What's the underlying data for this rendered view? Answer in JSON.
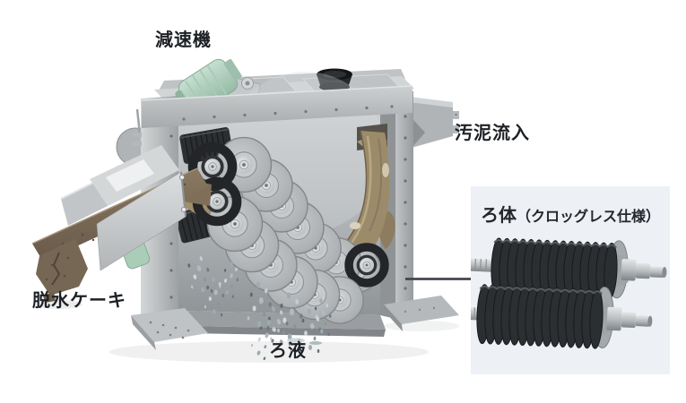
{
  "figure": {
    "type": "technical-illustration",
    "subject": "multi-disc sludge dewatering press cutaway"
  },
  "labels": {
    "reducer": "減速機",
    "sludge_inflow": "汚泥流入",
    "dewatered_cake": "脱水ケーキ",
    "filtrate": "ろ液"
  },
  "inset": {
    "title_main": "ろ体",
    "title_sub": "（クロッグレス仕様）",
    "background": "#edf1f6"
  },
  "colors": {
    "page_background": "#ffffff",
    "machine_gray": "#b3b7b9",
    "motor_green": "#b7d6c2",
    "sludge_brown": "#97886a",
    "cake_brown": "#7d6c55",
    "roller_black": "#2b2e30",
    "label_text": "#1d2126",
    "leader_line": "#43474b"
  }
}
